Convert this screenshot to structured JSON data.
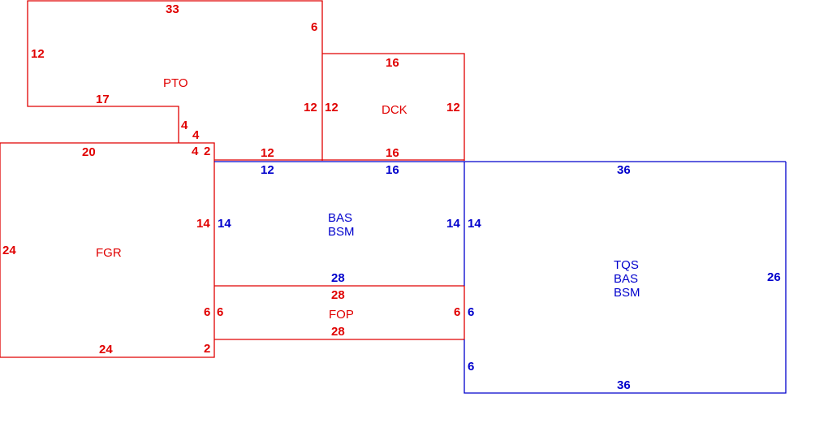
{
  "colors": {
    "existing": "#e00000",
    "addition": "#0000cc"
  },
  "areas": {
    "pto": {
      "code": "PTO",
      "dims": {
        "top": "33",
        "right_upper": "6",
        "right": "12",
        "left": "12",
        "bottom": "17",
        "step_v": "4",
        "step_h": "4"
      }
    },
    "dck": {
      "code": "DCK",
      "dims": {
        "top": "16",
        "left": "12",
        "right": "12",
        "bottom": "16"
      }
    },
    "fgr": {
      "code": "FGR",
      "dims": {
        "top": "20",
        "top_right_a": "4",
        "top_right_b": "2",
        "left": "24",
        "right_upper": "14",
        "right_lower": "6",
        "bottom": "24",
        "bottom_right": "2"
      }
    },
    "bas": {
      "codes": [
        "BAS",
        "BSM"
      ],
      "dims": {
        "top_red": "12",
        "top_blue": "12",
        "top_mid": "16",
        "left": "14",
        "right": "14",
        "bottom": "28"
      }
    },
    "fop": {
      "code": "FOP",
      "dims": {
        "top": "28",
        "left": "6",
        "right": "6",
        "bottom": "28"
      }
    },
    "tqs": {
      "codes": [
        "TQS",
        "BAS",
        "BSM"
      ],
      "dims": {
        "top": "36",
        "left_upper": "14",
        "left_mid": "6",
        "left_lower": "6",
        "right": "26",
        "bottom": "36"
      }
    }
  }
}
